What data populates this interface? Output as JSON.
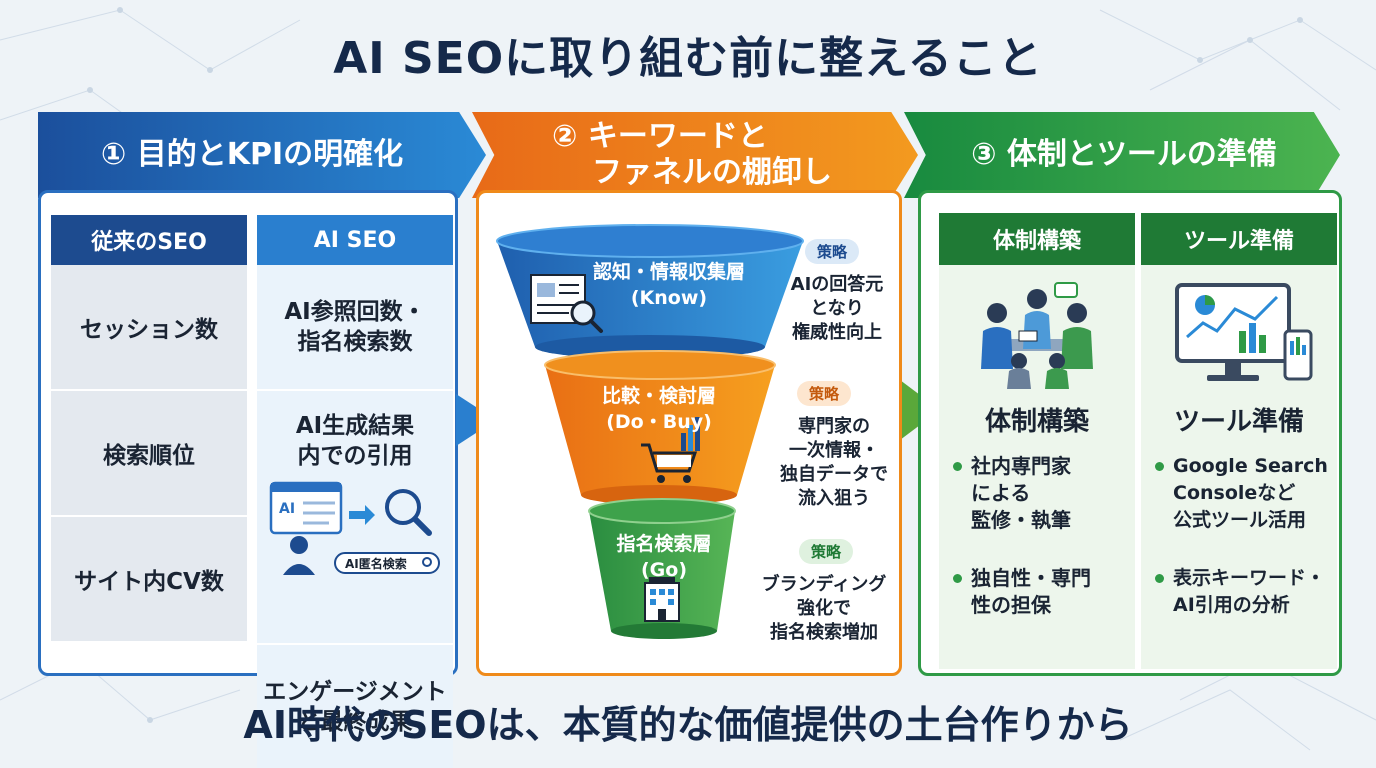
{
  "title": "AI SEOに取り組む前に整えること",
  "footer": "AI時代のSEOは、本質的な価値提供の土台作りから",
  "step1": {
    "banner": "① 目的とKPIの明確化",
    "legacy_header": "従来のSEO",
    "ai_header": "AI SEO",
    "legacy_rows": [
      "セッション数",
      "検索順位",
      "サイト内CV数"
    ],
    "ai_rows": [
      [
        "AI参照回数・",
        "指名検索数"
      ],
      [
        "AI生成結果",
        "内での引用"
      ],
      [
        "エンゲージメント",
        "と最終成果"
      ]
    ],
    "illus_ai_label": "AI",
    "illus_search_label": "AI匿名検索"
  },
  "step2": {
    "banner_lines": [
      "② キーワードと",
      "ファネルの棚卸し"
    ],
    "strategy_tag": "策略",
    "layers": [
      {
        "name": "認知・情報収集層",
        "sub": "(Know)",
        "strategy": [
          "AIの回答元",
          "となり",
          "権威性向上"
        ]
      },
      {
        "name": "比較・検討層",
        "sub": "(Do・Buy)",
        "strategy": [
          "専門家の",
          "一次情報・",
          "独自データで",
          "流入狙う"
        ]
      },
      {
        "name": "指名検索層",
        "sub": "(Go)",
        "strategy": [
          "ブランディング",
          "強化で",
          "指名検索増加"
        ]
      }
    ]
  },
  "step3": {
    "banner": "③ 体制とツールの準備",
    "org": {
      "header": "体制構築",
      "subtitle": "体制構築",
      "bullets": [
        [
          "社内専門家",
          "による",
          "監修・執筆"
        ],
        [
          "独自性・専門",
          "性の担保"
        ]
      ]
    },
    "tools": {
      "header": "ツール準備",
      "subtitle": "ツール準備",
      "bullets": [
        [
          "Google Search",
          "Consoleなど",
          "公式ツール活用"
        ],
        [
          "表示キーワード・",
          "AI引用の分析"
        ]
      ]
    }
  },
  "colors": {
    "navy": "#15294a",
    "blue": "#2a7fcf",
    "orange": "#ef8a1a",
    "green": "#2f9a46"
  }
}
